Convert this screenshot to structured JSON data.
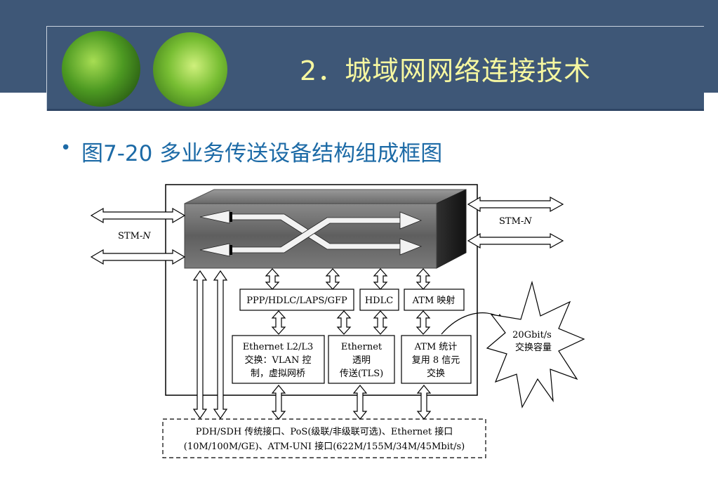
{
  "slide": {
    "title": "2．城域网网络连接技术",
    "bullet_marker": "•",
    "bullet_text": "图7-20 多业务传送设备结构组成框图"
  },
  "diagram": {
    "stm_left_prefix": "STM-",
    "stm_left_suffix": "N",
    "stm_right_prefix": "STM-",
    "stm_right_suffix": "N",
    "box_ppp": "PPP/HDLC/LAPS/GFP",
    "box_hdlc": "HDLC",
    "box_atm_map": "ATM 映射",
    "box_ethernet_l2l3": [
      "Ethernet L2/L3",
      "交换：VLAN 控",
      "制，虚拟网桥"
    ],
    "box_ethernet_tls": [
      "Ethernet",
      "透明",
      "传送(TLS)"
    ],
    "box_atm_stat": [
      "ATM 统计",
      "复用 8 信元",
      "交换"
    ],
    "burst_capacity": [
      "20Gbit/s",
      "交换容量"
    ],
    "interfaces": [
      "PDH/SDH 传统接口、PoS(级联/非级联可选)、Ethernet 接口",
      "(10M/100M/GE)、ATM-UNI 接口(622M/155M/34M/45Mbit/s)"
    ]
  }
}
